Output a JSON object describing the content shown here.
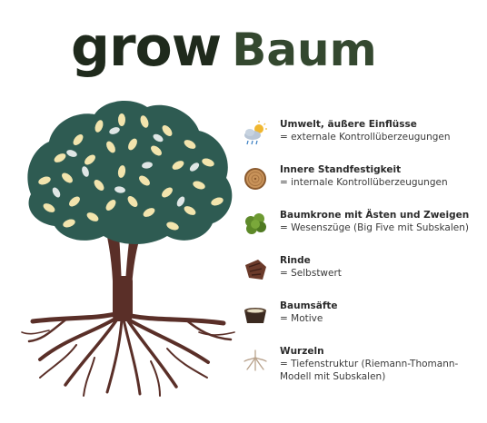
{
  "logo": {
    "word1": "grow",
    "word2": "Baum"
  },
  "colors": {
    "logo_dark": "#1f2a1c",
    "logo_green": "#34482f",
    "leaf_teal": "#2e5b52",
    "leaf_light": "#f2e4ad",
    "trunk_brown": "#5a2f28"
  },
  "legend": [
    {
      "icon": "weather-icon",
      "title": "Umwelt, äußere Einflüsse",
      "desc": "= externale Kontrollüberzeugungen"
    },
    {
      "icon": "tree-ring-icon",
      "title": "Innere Standfestigkeit",
      "desc": "= internale Kontrollüberzeugungen"
    },
    {
      "icon": "tree-crown-icon",
      "title": "Baumkrone mit Ästen und Zweigen",
      "desc": "= Wesenszüge (Big Five mit Subskalen)"
    },
    {
      "icon": "bark-icon",
      "title": "Rinde",
      "desc": "= Selbstwert"
    },
    {
      "icon": "sap-bowl-icon",
      "title": "Baumsäfte",
      "desc": "= Motive"
    },
    {
      "icon": "roots-icon",
      "title": "Wurzeln",
      "desc": "= Tiefenstruktur (Riemann-Thomann-",
      "desc2": "Modell mit Subskalen)"
    }
  ]
}
